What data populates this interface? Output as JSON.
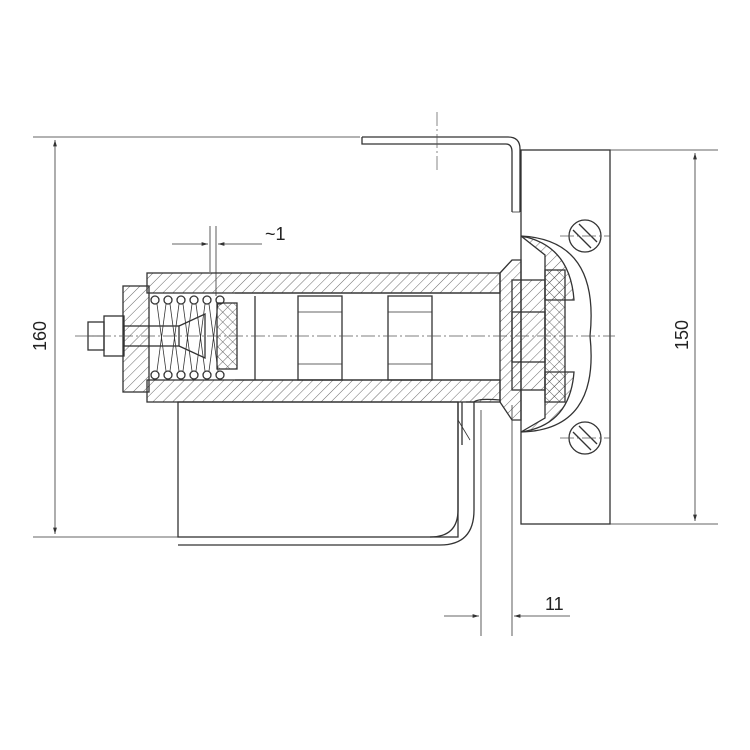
{
  "drawing": {
    "dimensions": {
      "height_overall": "160",
      "height_plate": "150",
      "offset": "11",
      "gap": "~1"
    },
    "colors": {
      "line": "#333333",
      "background": "#ffffff"
    }
  }
}
